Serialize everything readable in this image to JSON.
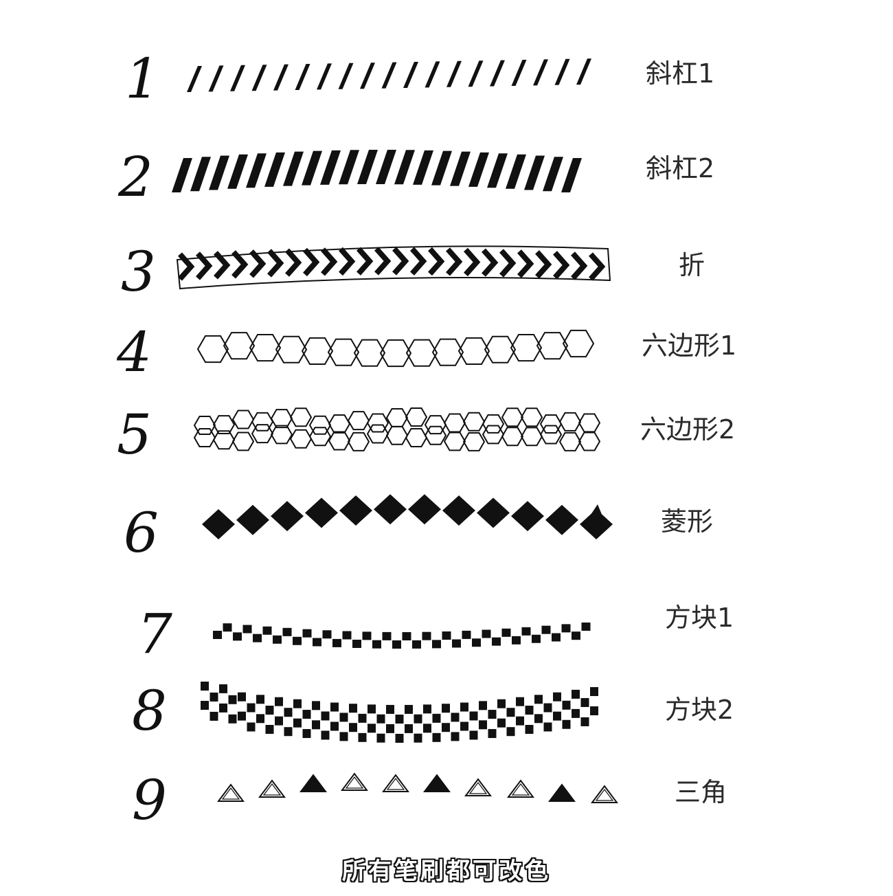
{
  "brushes": [
    {
      "number": "1",
      "label": "斜杠1"
    },
    {
      "number": "2",
      "label": "斜杠2"
    },
    {
      "number": "3",
      "label": "折"
    },
    {
      "number": "4",
      "label": "六边形1"
    },
    {
      "number": "5",
      "label": "六边形2"
    },
    {
      "number": "6",
      "label": "菱形"
    },
    {
      "number": "7",
      "label": "方块1"
    },
    {
      "number": "8",
      "label": "方块2"
    },
    {
      "number": "9",
      "label": "三角"
    }
  ],
  "footer": "所有笔刷都可改色",
  "colors": {
    "ink": "#111111",
    "label": "#2a2a2a",
    "background": "#ffffff"
  }
}
